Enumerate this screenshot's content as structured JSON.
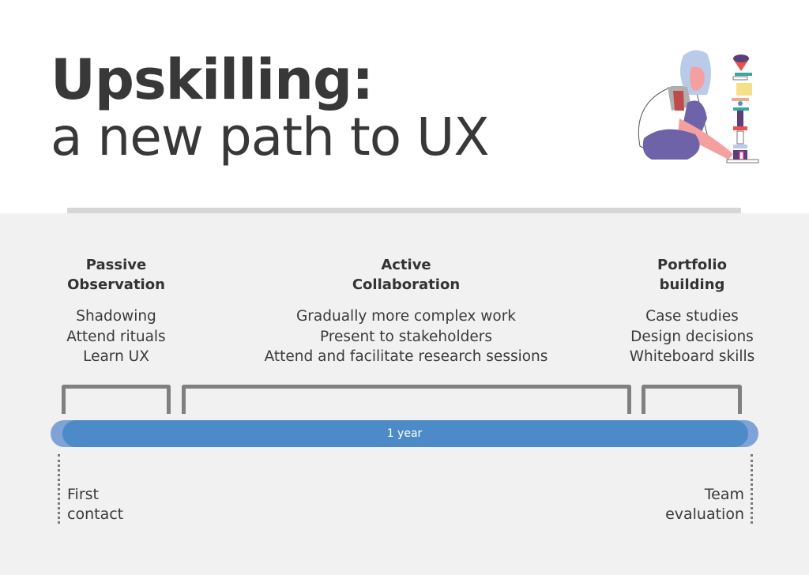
{
  "title": {
    "bold": "Upskilling:",
    "subtitle": "a new path to UX"
  },
  "phases": [
    {
      "heading": [
        "Passive",
        "Observation"
      ],
      "items": [
        "Shadowing",
        "Attend rituals",
        "Learn UX"
      ]
    },
    {
      "heading": [
        "Active",
        "Collaboration"
      ],
      "items": [
        "Gradually more complex work",
        "Present to stakeholders",
        "Attend and facilitate research sessions"
      ]
    },
    {
      "heading": [
        "Portfolio",
        "building"
      ],
      "items": [
        "Case studies",
        "Design decisions",
        "Whiteboard skills"
      ]
    }
  ],
  "timeline": {
    "label": "1 year",
    "bar_color": "#4d8bc8",
    "bar_light_color": "#7fa3d6"
  },
  "milestones": {
    "start": [
      "First",
      "contact"
    ],
    "end": [
      "Team",
      "evaluation"
    ]
  }
}
